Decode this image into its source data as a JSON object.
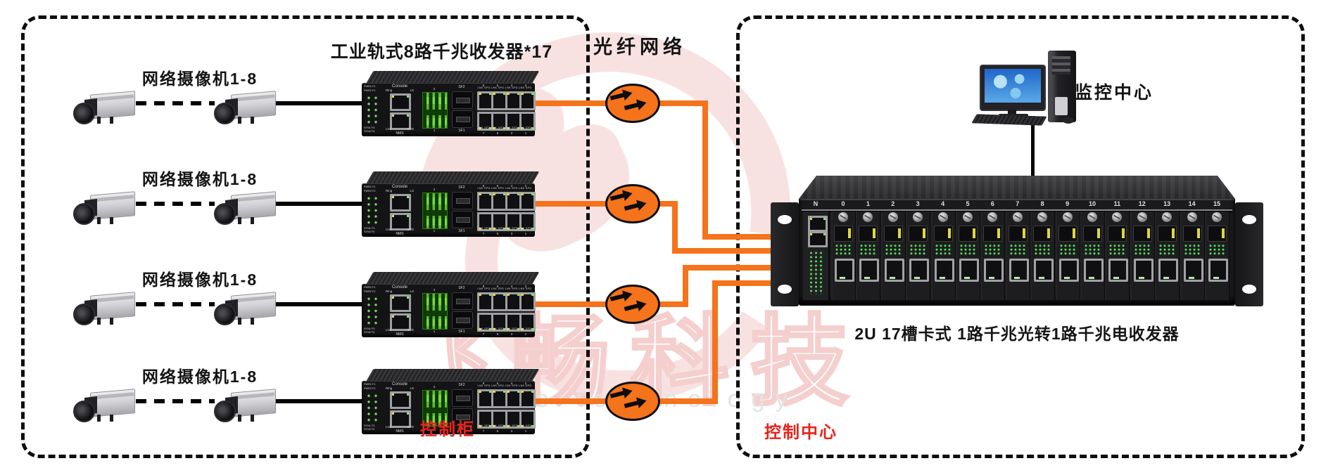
{
  "colors": {
    "orange": "#F4731B",
    "red": "#E8231B",
    "pink": "#F8E2E1"
  },
  "left_box": {
    "title": "工业轨式8路千兆收发器*17",
    "corner_label": "控制柜",
    "camera_rows": [
      {
        "label": "网络摄像机1-8"
      },
      {
        "label": "网络摄像机1-8"
      },
      {
        "label": "网络摄像机1-8"
      },
      {
        "label": "网络摄像机1-8"
      }
    ]
  },
  "fiber": {
    "label": "光纤网络"
  },
  "right_box": {
    "corner_label": "控制中心",
    "monitor_label": "监控中心",
    "chassis_label": "2U 17槽卡式 1路千兆光转1路千兆电收发器",
    "chassis_slots": [
      "N",
      "0",
      "1",
      "2",
      "3",
      "4",
      "5",
      "6",
      "7",
      "8",
      "9",
      "10",
      "11",
      "12",
      "13",
      "14",
      "15"
    ]
  },
  "switch_panel": {
    "console": "Console",
    "ring": "Ring",
    "ls": "LS",
    "nms": "NMS",
    "sf2": "SF2",
    "sf1": "SF1",
    "terminal_top": "2",
    "terminal_bottom": "1",
    "lnk": "LNK",
    "spd": "SPD",
    "lnk_spd_row": "LNK SPD LNK SPD LNK SPD LNK SPD",
    "side_labels": [
      "PWR1 F1",
      "PWR2 F2",
      "SYN1 F3",
      "SYN2 F4"
    ],
    "top_port_numbers": [
      "8",
      "6",
      "4",
      "2"
    ],
    "bottom_port_numbers": [
      "7",
      "5",
      "3",
      "1"
    ]
  },
  "watermark": {
    "cn": "飞畅科技",
    "en": "uture technology"
  }
}
